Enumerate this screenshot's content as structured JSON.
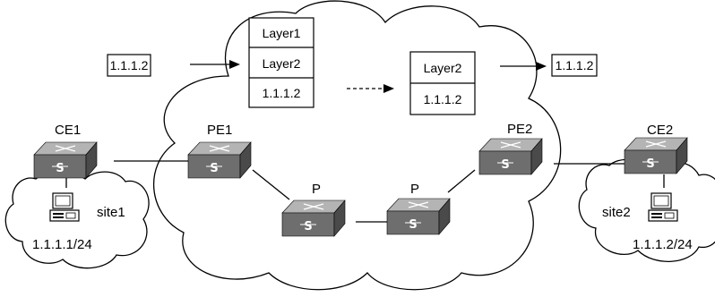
{
  "colors": {
    "switch_top": "#b4b4b4",
    "switch_front": "#6e6e6e",
    "switch_side": "#4a4a4a",
    "line": "#000000",
    "background": "#ffffff"
  },
  "icons": {
    "switch": "network-switch-icon",
    "computer": "desktop-computer-icon",
    "cloud": "cloud-outline"
  },
  "devices": {
    "ce1": "CE1",
    "pe1": "PE1",
    "p_left": "P",
    "p_right": "P",
    "pe2": "PE2",
    "ce2": "CE2"
  },
  "sites": {
    "site1": {
      "name": "site1",
      "subnet": "1.1.1.1/24"
    },
    "site2": {
      "name": "site2",
      "subnet": "1.1.1.2/24"
    }
  },
  "packets": {
    "ingress": "1.1.1.2",
    "stack_full": [
      "Layer1",
      "Layer2",
      "1.1.1.2"
    ],
    "stack_popped": [
      "Layer2",
      "1.1.1.2"
    ],
    "egress": "1.1.1.2"
  }
}
